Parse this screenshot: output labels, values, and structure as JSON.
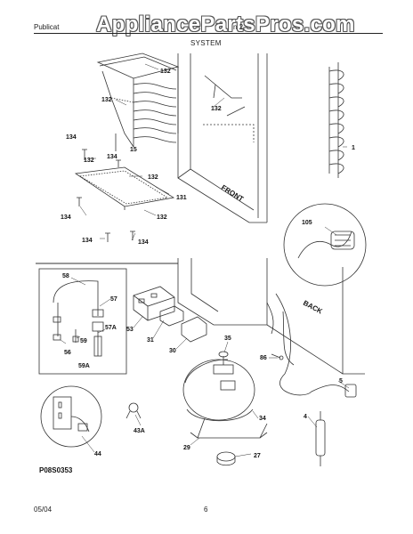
{
  "header": {
    "left_text": "Publicat",
    "right_text": "n 2",
    "section_title": "SYSTEM",
    "watermark": "AppliancePartsPros.com"
  },
  "footer": {
    "date": "05/04",
    "page_number": "6",
    "figure_code": "P08S0353"
  },
  "callouts": {
    "c132a": "132",
    "c132b": "132",
    "c132c": "132",
    "c132d": "132",
    "c132e": "132",
    "c132f": "132",
    "c134a": "134",
    "c134b": "134",
    "c134c": "134",
    "c134d": "134",
    "c134e": "134",
    "c15": "15",
    "c131": "131",
    "c1": "1",
    "c105": "105",
    "c58": "58",
    "c57": "57",
    "c57a": "57A",
    "c59": "59",
    "c59a": "59A",
    "c56": "56",
    "c53": "53",
    "c31": "31",
    "c30": "30",
    "c35": "35",
    "c86": "86",
    "c5": "5",
    "c4": "4",
    "c34": "34",
    "c29": "29",
    "c27": "27",
    "c43a": "43A",
    "c44": "44"
  },
  "annotations": {
    "front": "FRONT",
    "back": "BACK"
  }
}
